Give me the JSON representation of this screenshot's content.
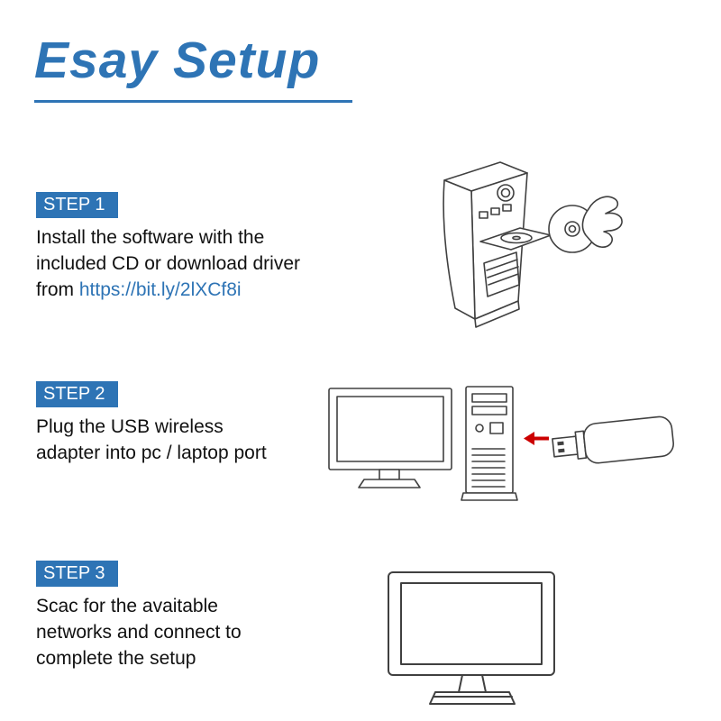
{
  "title": "Esay Setup",
  "colors": {
    "accent": "#2e74b5",
    "text": "#111111",
    "arrow": "#cc0000",
    "line_art": "#404040"
  },
  "steps": [
    {
      "label": "STEP 1",
      "lines": [
        "Install the software with the",
        "included CD or download driver"
      ],
      "line3_prefix": "from ",
      "link": "https://bit.ly/2lXCf8i",
      "illustration": "pc-tower-with-open-cd-tray-and-hand-inserting-disc"
    },
    {
      "label": "STEP 2",
      "lines": [
        "Plug the USB wireless",
        "adapter into pc / laptop port"
      ],
      "illustration": "monitor-pc-tower-and-usb-wireless-adapter-with-arrow"
    },
    {
      "label": "STEP 3",
      "lines": [
        "Scac for the avaitable",
        "networks and connect to",
        "complete the setup"
      ],
      "illustration": "desktop-monitor"
    }
  ]
}
